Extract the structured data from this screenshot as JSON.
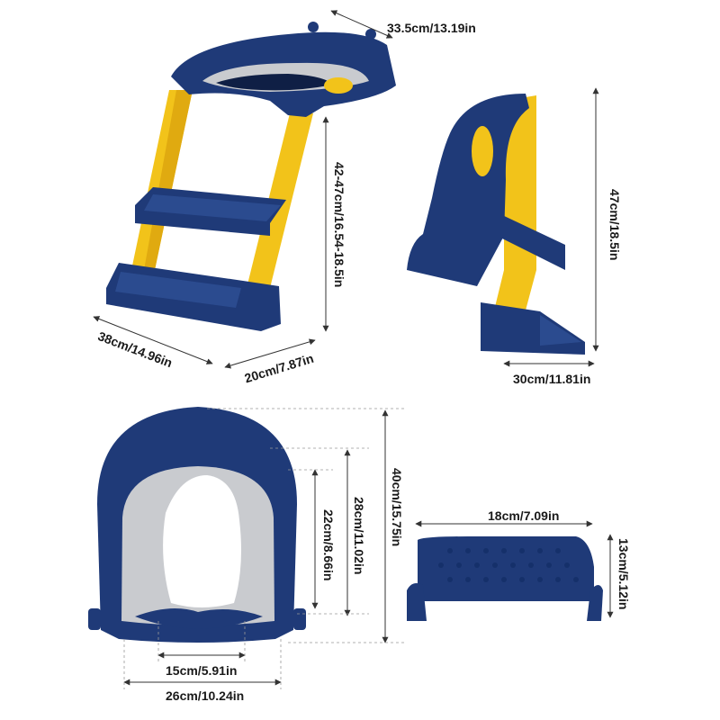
{
  "dimensions": {
    "seat_width": "33.5cm/13.19in",
    "ladder_height": "42-47cm/16.54-18.5in",
    "base_length": "38cm/14.96in",
    "base_width": "20cm/7.87in",
    "side_height": "47cm/18.5in",
    "side_depth": "30cm/11.81in",
    "seat_outer_length": "40cm/15.75in",
    "seat_ring_length": "28cm/11.02in",
    "seat_hole_length": "22cm/8.66in",
    "seat_hole_width": "15cm/5.91in",
    "seat_outer_width": "26cm/10.24in",
    "step_width": "18cm/7.09in",
    "step_depth": "13cm/5.12in"
  },
  "colors": {
    "navy": "#1f3a78",
    "navy_dark": "#152a5c",
    "yellow": "#f2c31a",
    "gray": "#c9cbcf",
    "line": "#333333"
  }
}
